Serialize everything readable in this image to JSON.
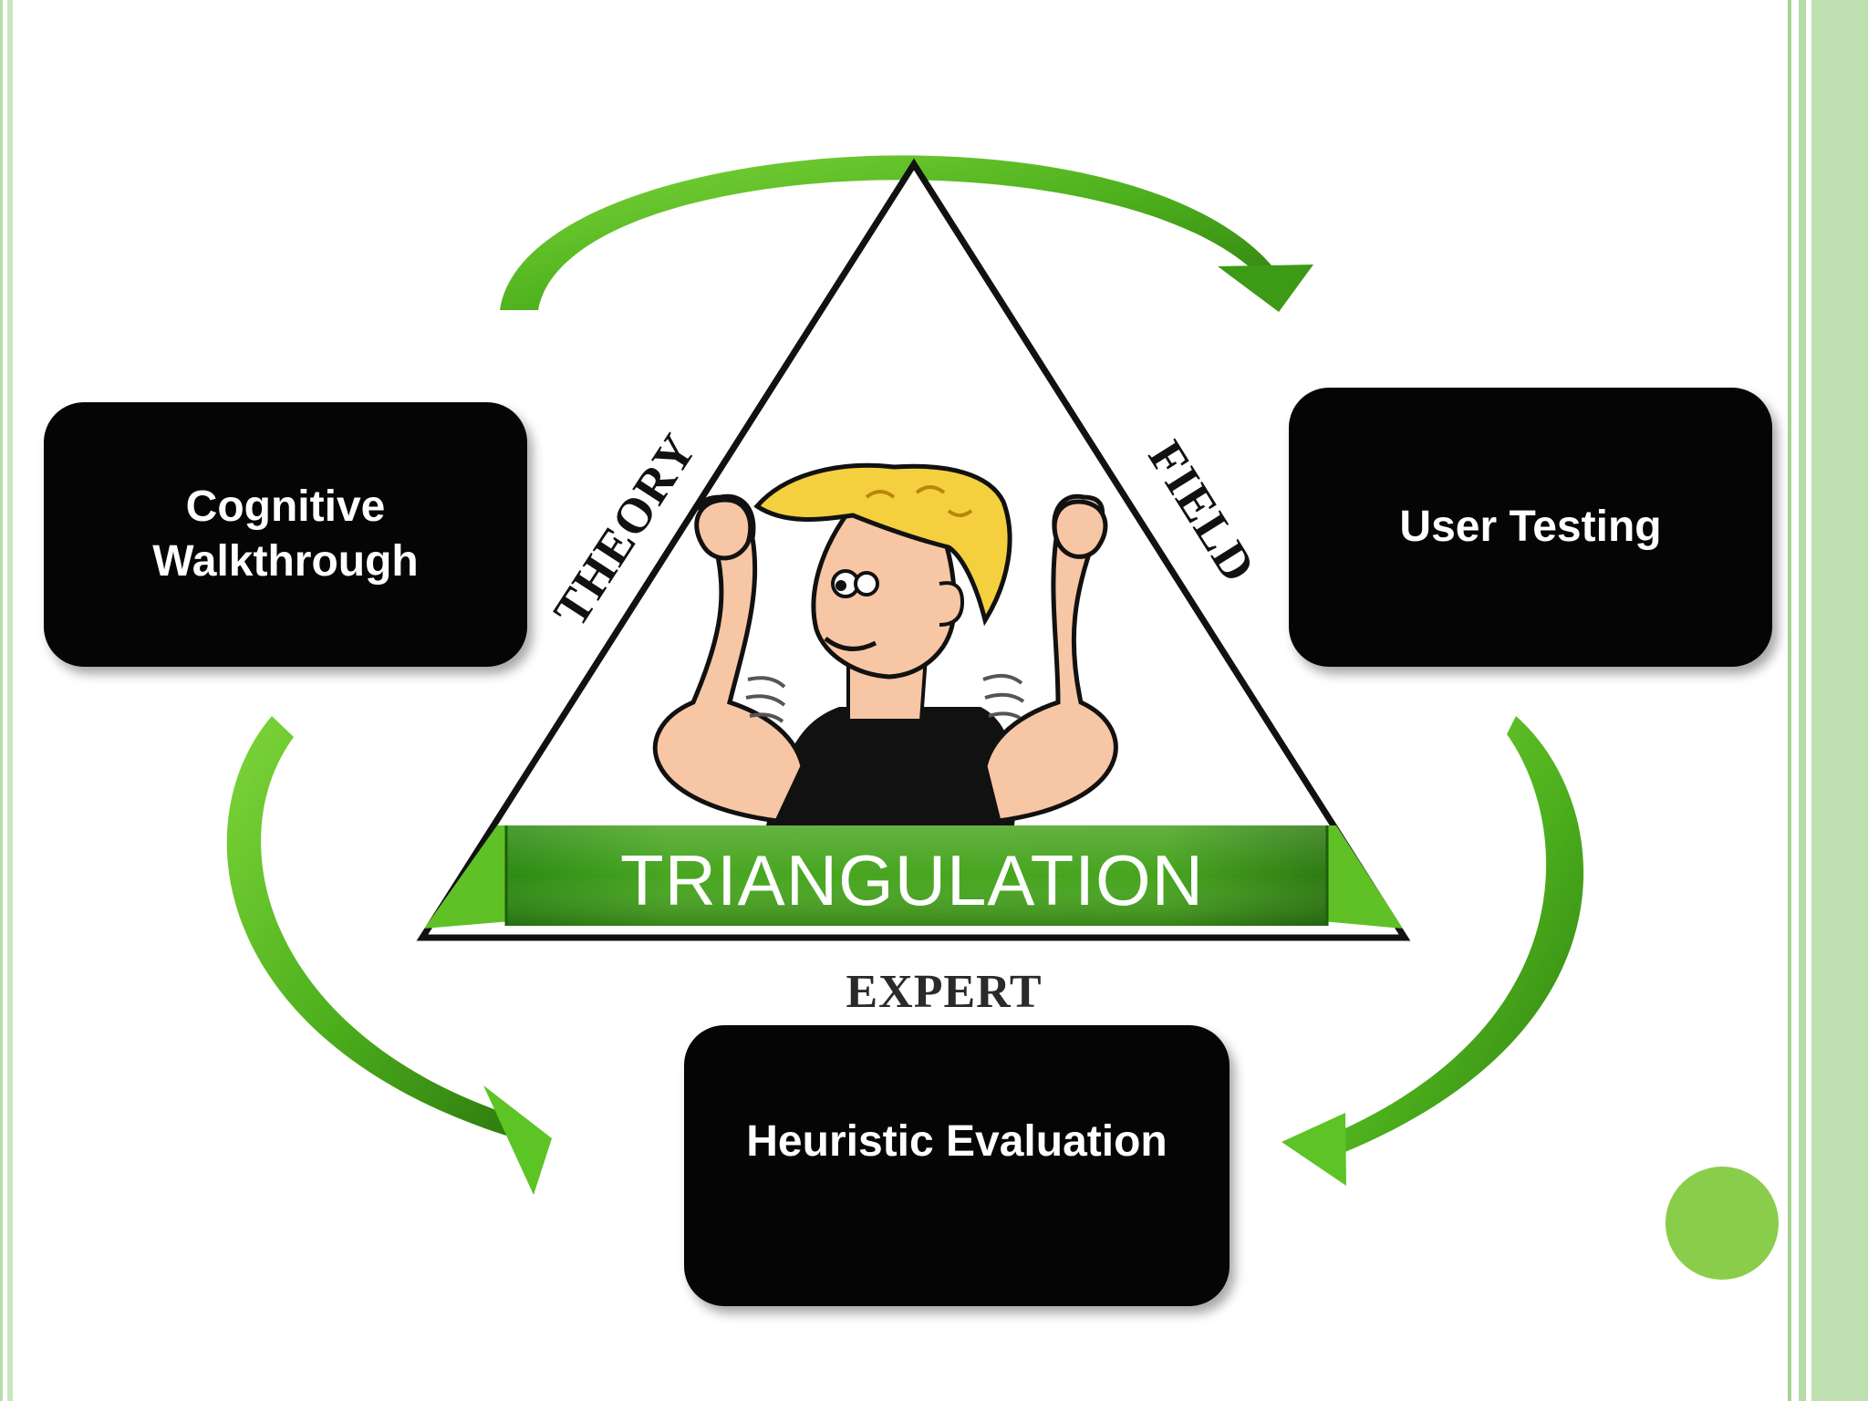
{
  "boxes": {
    "cognitive": "Cognitive Walkthrough",
    "user_testing": "User Testing",
    "heuristic": "Heuristic Evaluation"
  },
  "triangle": {
    "left_side": "THEORY",
    "right_side": "FIELD",
    "bottom": "EXPERT",
    "banner": "TRIANGULATION"
  },
  "colors": {
    "arrow_green": "#4caf1c",
    "banner_green": "#3e9a1b",
    "box_black": "#050505",
    "accent_dot": "#8acd4a",
    "hair_yellow": "#f4d03f",
    "skin": "#f7c6a5"
  },
  "icons": {
    "figure": "flexing-cartoon-man-icon"
  }
}
